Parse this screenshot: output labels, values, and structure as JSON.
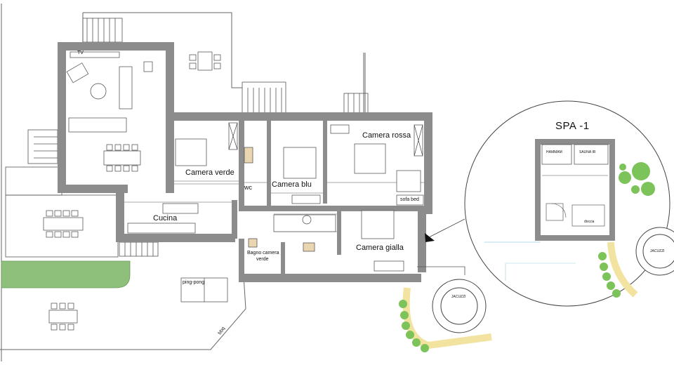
{
  "plan": {
    "rooms": {
      "camera_verde": "Camera verde",
      "camera_blu": "Camera blu",
      "camera_rossa": "Camera rossa",
      "camera_gialla": "Camera gialla",
      "cucina": "Cucina",
      "wc": "wc",
      "bagno_line1": "Bagno camera",
      "bagno_line2": "verde"
    },
    "furniture": {
      "tv": "TV",
      "sofa_bed": "sofa bed",
      "ping_pong": "ping-pong",
      "bbq": "bbq",
      "jacuzzi": "JACUZZI"
    }
  },
  "spa": {
    "title": "SPA -1",
    "hammam": "HAMMAM",
    "sauna": "SAUNA IR",
    "doccia": "doccia",
    "jacuzzi": "JACUZZI"
  },
  "colors": {
    "wall": "#8c8c8c",
    "lawn": "#8ec07c",
    "hedge": "#f2e3a0",
    "shrub": "#7cc35a",
    "line": "#555555",
    "window_frame": "#cfe6f0"
  }
}
